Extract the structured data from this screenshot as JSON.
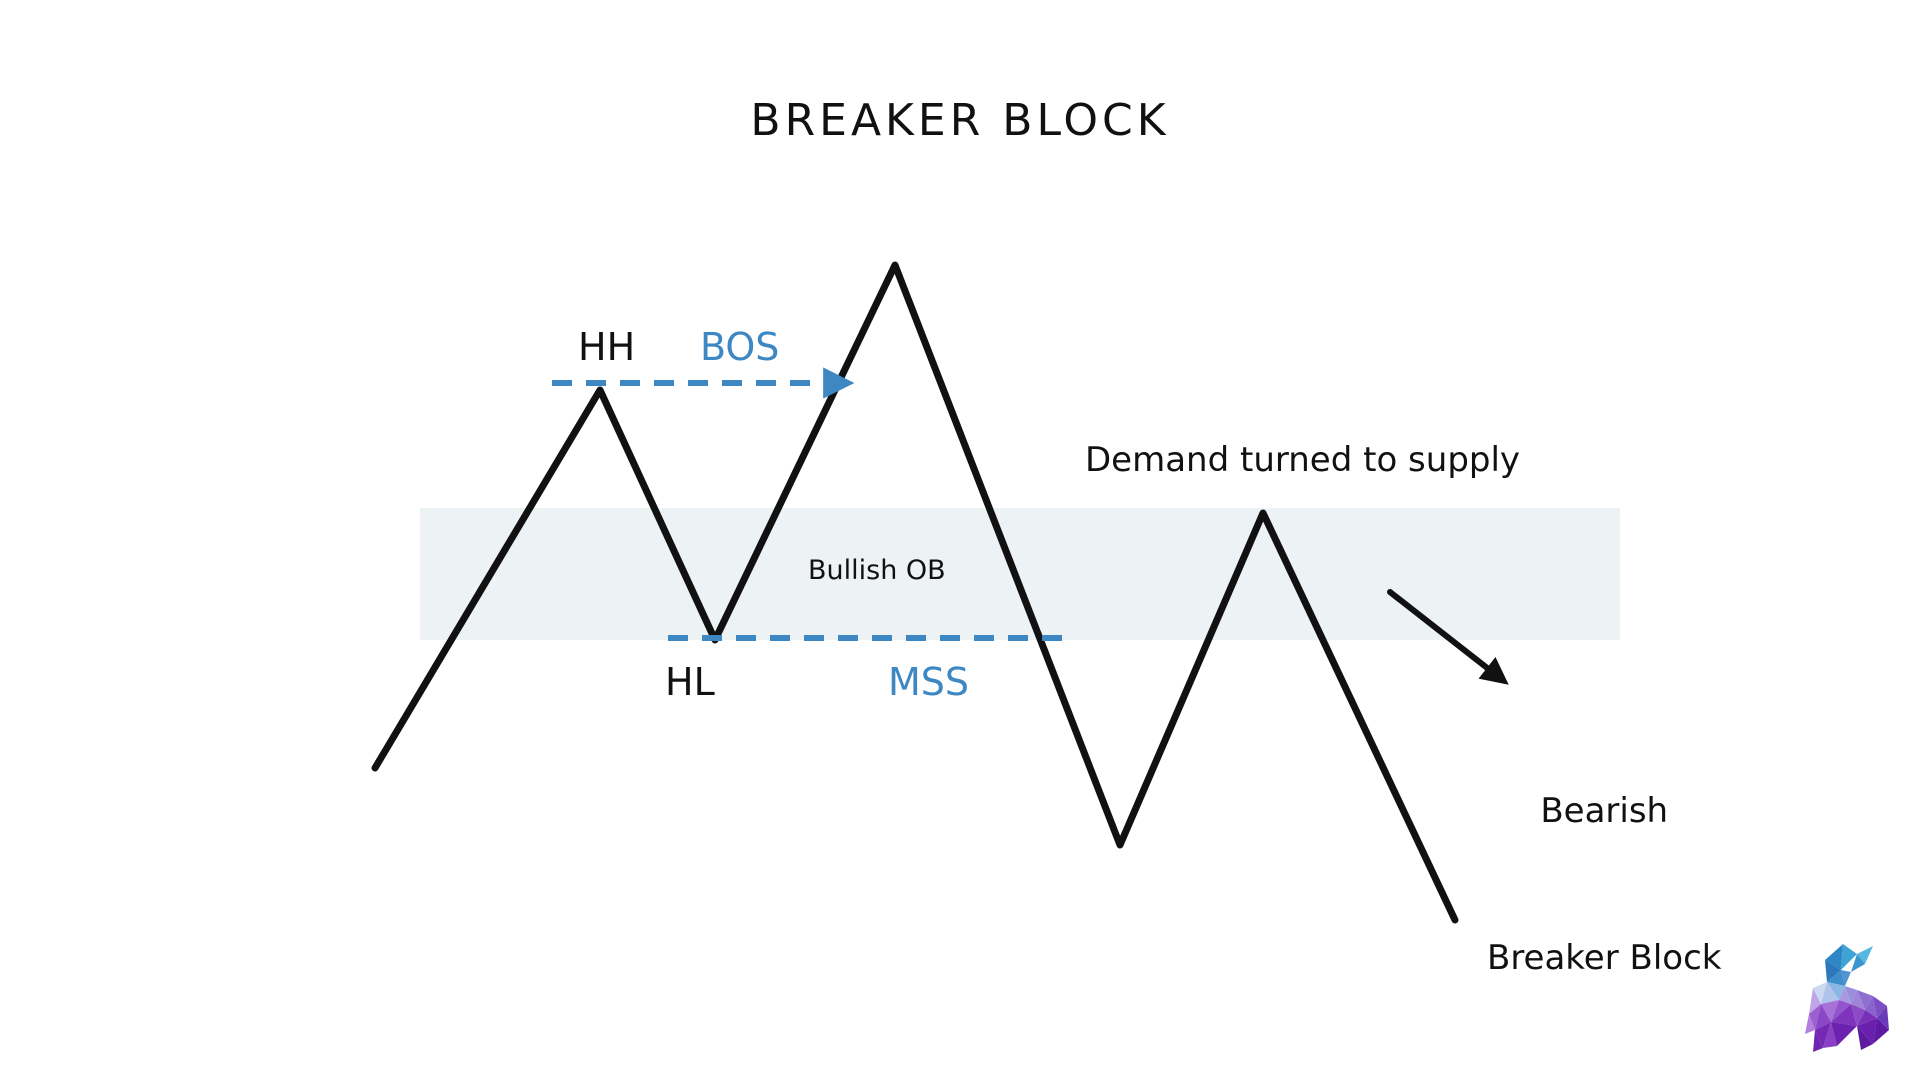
{
  "chart_data": {
    "type": "line",
    "title": "BREAKER BLOCK",
    "xlabel": "",
    "ylabel": "",
    "grid": false,
    "legend_position": "none",
    "description": "Schematic price-action diagram illustrating a bearish breaker block: bullish structure (HH / HL with BOS), a bullish order block zone, a market structure shift (MSS) to the downside, and the demand zone flipping to supply.",
    "price_path": {
      "name": "price",
      "color": "#111111",
      "points": [
        [
          375,
          768
        ],
        [
          600,
          390
        ],
        [
          715,
          640
        ],
        [
          895,
          265
        ],
        [
          1120,
          845
        ],
        [
          1263,
          513
        ],
        [
          1455,
          920
        ]
      ]
    },
    "zones": [
      {
        "name": "Bullish OB",
        "label": "Bullish OB",
        "type": "order-block",
        "color": "#edf2f4",
        "x_range": [
          420,
          1620
        ],
        "y_range": [
          508,
          640
        ]
      }
    ],
    "levels": [
      {
        "name": "BOS",
        "label": "BOS",
        "swing_label": "HH",
        "style": "dashed",
        "color": "#3d87c3",
        "y": 383,
        "x_range": [
          552,
          845
        ],
        "arrow": "right"
      },
      {
        "name": "MSS",
        "label": "MSS",
        "swing_label": "HL",
        "style": "dashed",
        "color": "#3d87c3",
        "y": 638,
        "x_range": [
          668,
          1068
        ],
        "arrow": "none"
      }
    ],
    "annotations": [
      {
        "name": "demand-turned-to-supply",
        "text": "Demand turned to supply",
        "x": 1085,
        "y": 440,
        "color": "#111111"
      },
      {
        "name": "bearish-breaker-block",
        "text": "Bearish\nBreaker Block",
        "lines": [
          "Bearish",
          "Breaker Block"
        ],
        "x": 1487,
        "y": 688,
        "color": "#111111",
        "arrow": {
          "from": [
            1390,
            592
          ],
          "to": [
            1500,
            678
          ],
          "color": "#111111"
        }
      }
    ],
    "swing_labels": [
      {
        "name": "HH",
        "text": "HH",
        "x": 578,
        "y": 325
      },
      {
        "name": "HL",
        "text": "HL",
        "x": 665,
        "y": 660
      }
    ]
  },
  "page": {
    "title": "BREAKER BLOCK",
    "background": "#ffffff"
  },
  "labels": {
    "hh": "HH",
    "bos": "BOS",
    "hl": "HL",
    "mss": "MSS",
    "bullish_ob": "Bullish OB",
    "demand_turned_to_supply": "Demand turned to supply",
    "bearish_line1": "Bearish",
    "bearish_line2": "Breaker Block"
  },
  "colors": {
    "ink": "#111111",
    "accent_blue": "#3d87c3",
    "zone_fill": "#edf2f4",
    "background": "#ffffff",
    "logo_blue": "#3aa0d8",
    "logo_purple": "#7b2fbe",
    "logo_violet": "#a77bdd"
  },
  "logo": {
    "name": "bull-logo",
    "style": "low-poly",
    "alt": "bull"
  }
}
